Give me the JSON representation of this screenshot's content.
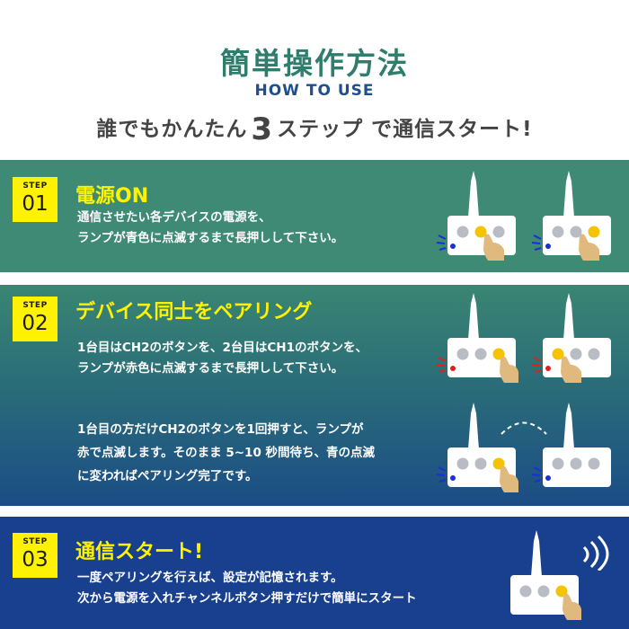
{
  "header": {
    "title": "簡単操作方法",
    "subtitle": "HOW TO USE",
    "tagline_pre": "誰でもかんたん",
    "tagline_num": "3",
    "tagline_post": "ステップ で通信スタート!"
  },
  "steps": [
    {
      "badge_label": "STEP",
      "badge_num": "01",
      "title": "電源ON",
      "lines": [
        "通信させたい各デバイスの電源を、",
        "ランプが青色に点滅するまで長押しして下さい。"
      ]
    },
    {
      "badge_label": "STEP",
      "badge_num": "02",
      "title": "デバイス同士をペアリング",
      "lines_a": [
        "1台目はCH2のボタンを、2台目はCH1のボタンを、",
        "ランプが赤色に点滅するまで長押しして下さい。"
      ],
      "lines_b": [
        "1台目の方だけCH2のボタンを1回押すと、ランプが",
        "赤で点滅します。そのまま 5~10 秒間待ち、青の点滅",
        "に変わればペアリング完了です。"
      ]
    },
    {
      "badge_label": "STEP",
      "badge_num": "03",
      "title": "通信スタート!",
      "lines": [
        "一度ペアリングを行えば、設定が記憶されます。",
        "次から電源を入れチャンネルボタン押すだけで簡単にスタート"
      ]
    }
  ],
  "colors": {
    "accent_yellow": "#fff200",
    "step1_bg": "#3f8a74",
    "step3_bg": "#18408f",
    "title_green": "#2f7d6c",
    "led_blue": "#1a2fd6",
    "led_red": "#e02020",
    "button_active": "#f5c400",
    "button_idle": "#b8bcc4"
  },
  "icons": [
    "device-icon",
    "finger-press-icon",
    "signal-waves-icon",
    "pairing-arc-icon"
  ]
}
